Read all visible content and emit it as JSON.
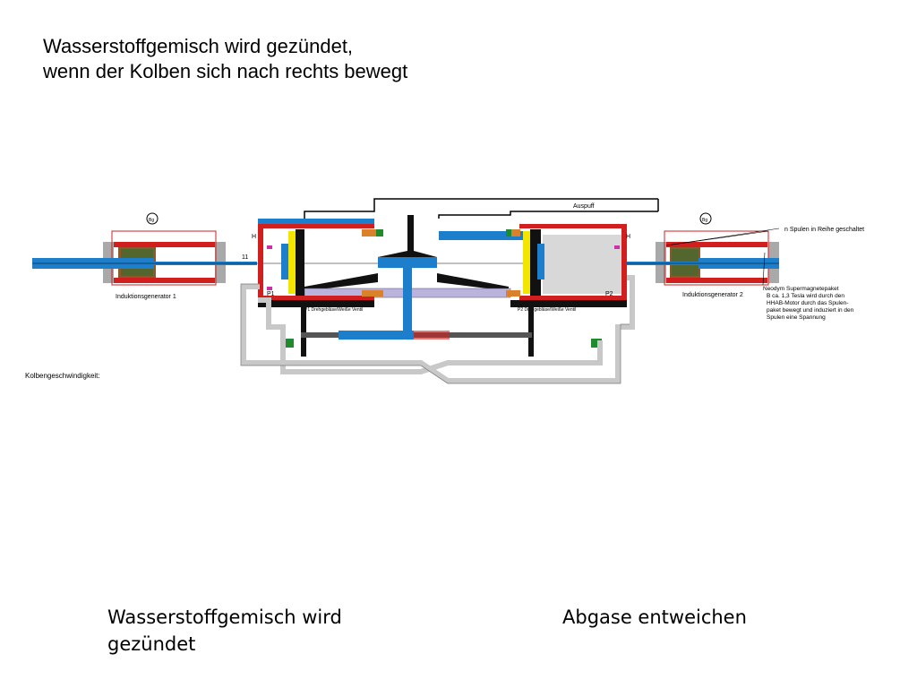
{
  "title": {
    "line1": "Wasserstoffgemisch wird gezündet,",
    "line2": "wenn der Kolben sich nach rechts bewegt"
  },
  "diagram": {
    "auspuff_label": "Auspuff",
    "spulen_label": "n Spulen in Reihe geschaltet",
    "generator1_label": "Induktionsgenerator 1",
    "generator2_label": "Induktionsgenerator 2",
    "speed_label": "Kolbengeschwindigkeit:",
    "magnet_note": [
      "Neodym Supermagnetepaket",
      "B ca. 1,3 Tesla wird durch den",
      "HHAB-Motor durch das Spulen-",
      "paket bewegt und induziert in den",
      "Spulen eine Spannung"
    ],
    "p1_label": "P1 Drehgebläse/Weiße Ventil",
    "p2_label": "P2 Drehgebläse/Weiße Ventil",
    "label_11": "11",
    "label_h_left": "H",
    "label_h_right": "H",
    "label_p1": "P1",
    "label_p2": "P2",
    "gauge_label": "Bg"
  },
  "captions": {
    "left": "Wasserstoffgemisch wird gezündet",
    "right": "Abgase entweichen"
  },
  "colors": {
    "blue": "#1d7fcc",
    "red": "#d11f1f",
    "green": "#1f8a2e",
    "grey": "#c8c8c8",
    "orange": "#d9822b",
    "yellow": "#f2e600",
    "magenta": "#cc2faa",
    "lavender": "#b9b3de"
  }
}
